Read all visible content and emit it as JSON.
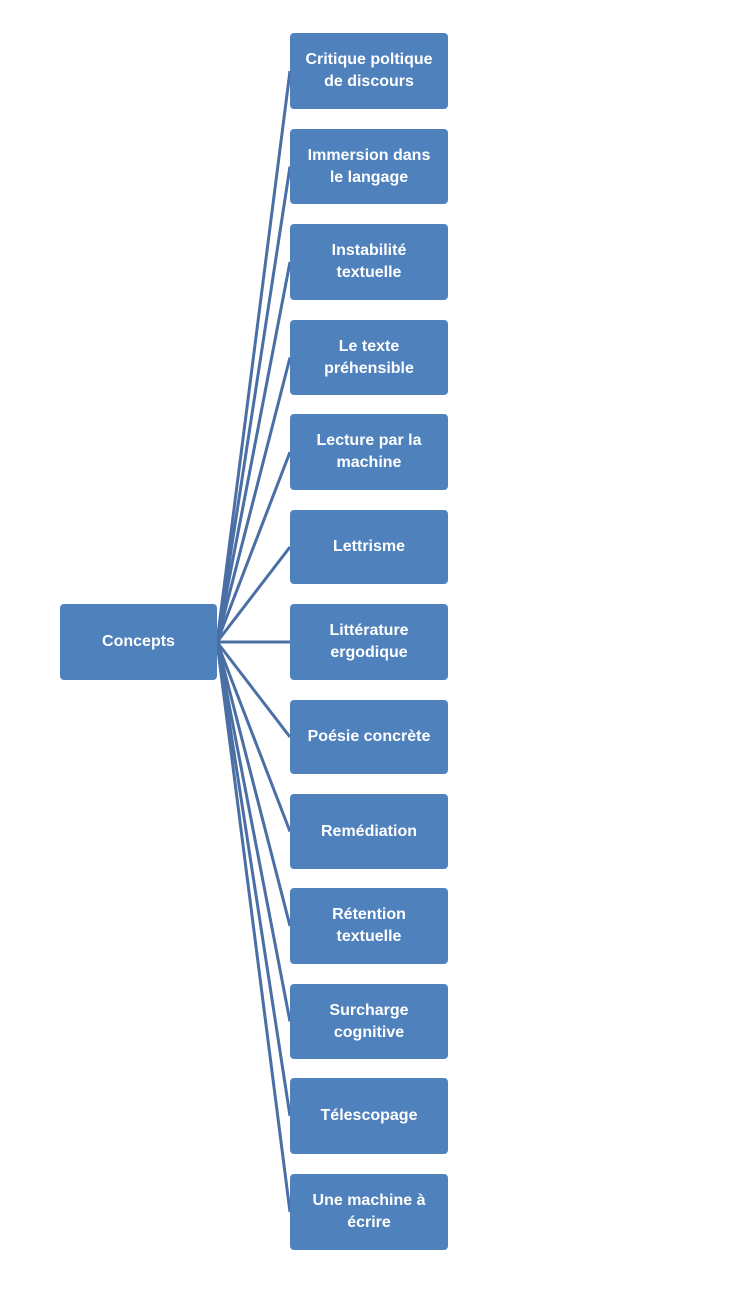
{
  "diagram": {
    "type": "hierarchy",
    "node_color": "#4f81bd",
    "line_color": "#4a6fa5",
    "text_color": "#ffffff",
    "root": {
      "label": "Concepts"
    },
    "children": [
      {
        "label": "Critique poltique\nde discours"
      },
      {
        "label": "Immersion dans\nle langage"
      },
      {
        "label": "Instabilité\ntextuelle"
      },
      {
        "label": "Le texte\npréhensible"
      },
      {
        "label": "Lecture par la\nmachine"
      },
      {
        "label": "Lettrisme"
      },
      {
        "label": "Littérature\nergodique"
      },
      {
        "label": "Poésie concrète"
      },
      {
        "label": "Remédiation"
      },
      {
        "label": "Rétention\ntextuelle"
      },
      {
        "label": "Surcharge\ncognitive"
      },
      {
        "label": "Télescopage"
      },
      {
        "label": "Une machine à\nécrire"
      }
    ]
  }
}
